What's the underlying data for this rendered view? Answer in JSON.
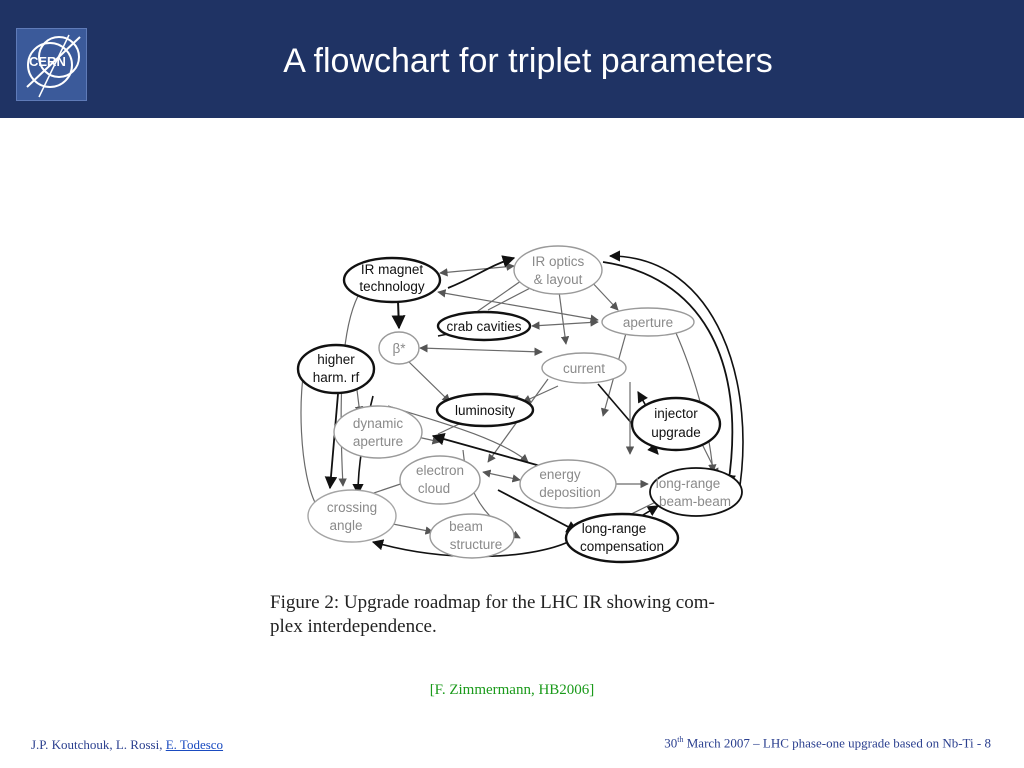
{
  "slide": {
    "title": "A flowchart for triplet parameters",
    "logo_text": "CERN",
    "colors": {
      "header": "#1f3364",
      "reference": "#1a9a1a",
      "footer": "#2a3f8f"
    }
  },
  "diagram": {
    "nodes": {
      "ir_magnet": [
        "IR magnet",
        "technology"
      ],
      "ir_optics": [
        "IR optics",
        "& layout"
      ],
      "crab": [
        "crab  cavities"
      ],
      "aperture": [
        "aperture"
      ],
      "beta_star": [
        "β*"
      ],
      "higher_harm": [
        "higher",
        "harm. rf"
      ],
      "current": [
        "current"
      ],
      "luminosity": [
        "luminosity"
      ],
      "injector": [
        "injector",
        "upgrade"
      ],
      "dynamic_aperture": [
        "dynamic",
        "aperture"
      ],
      "electron_cloud": [
        "electron",
        "cloud"
      ],
      "energy_deposition": [
        "energy",
        "deposition"
      ],
      "long_range_bb": [
        "long-range",
        "beam-beam"
      ],
      "crossing_angle": [
        "crossing",
        "angle"
      ],
      "beam_structure": [
        "beam",
        "structure"
      ],
      "long_range_comp": [
        "long-range",
        "compensation"
      ]
    }
  },
  "caption": {
    "line1": "Figure 2: Upgrade roadmap for the LHC IR showing com-",
    "line2": "plex interdependence."
  },
  "reference": "[F. Zimmermann, HB2006]",
  "footer": {
    "authors": "J.P. Koutchouk, L. Rossi, ",
    "author_link": "E. Todesco",
    "date_day": "30",
    "date_sup": "th",
    "date_rest": " March 2007 – LHC phase-one upgrade based on Nb-Ti",
    "page": "  - 8"
  }
}
